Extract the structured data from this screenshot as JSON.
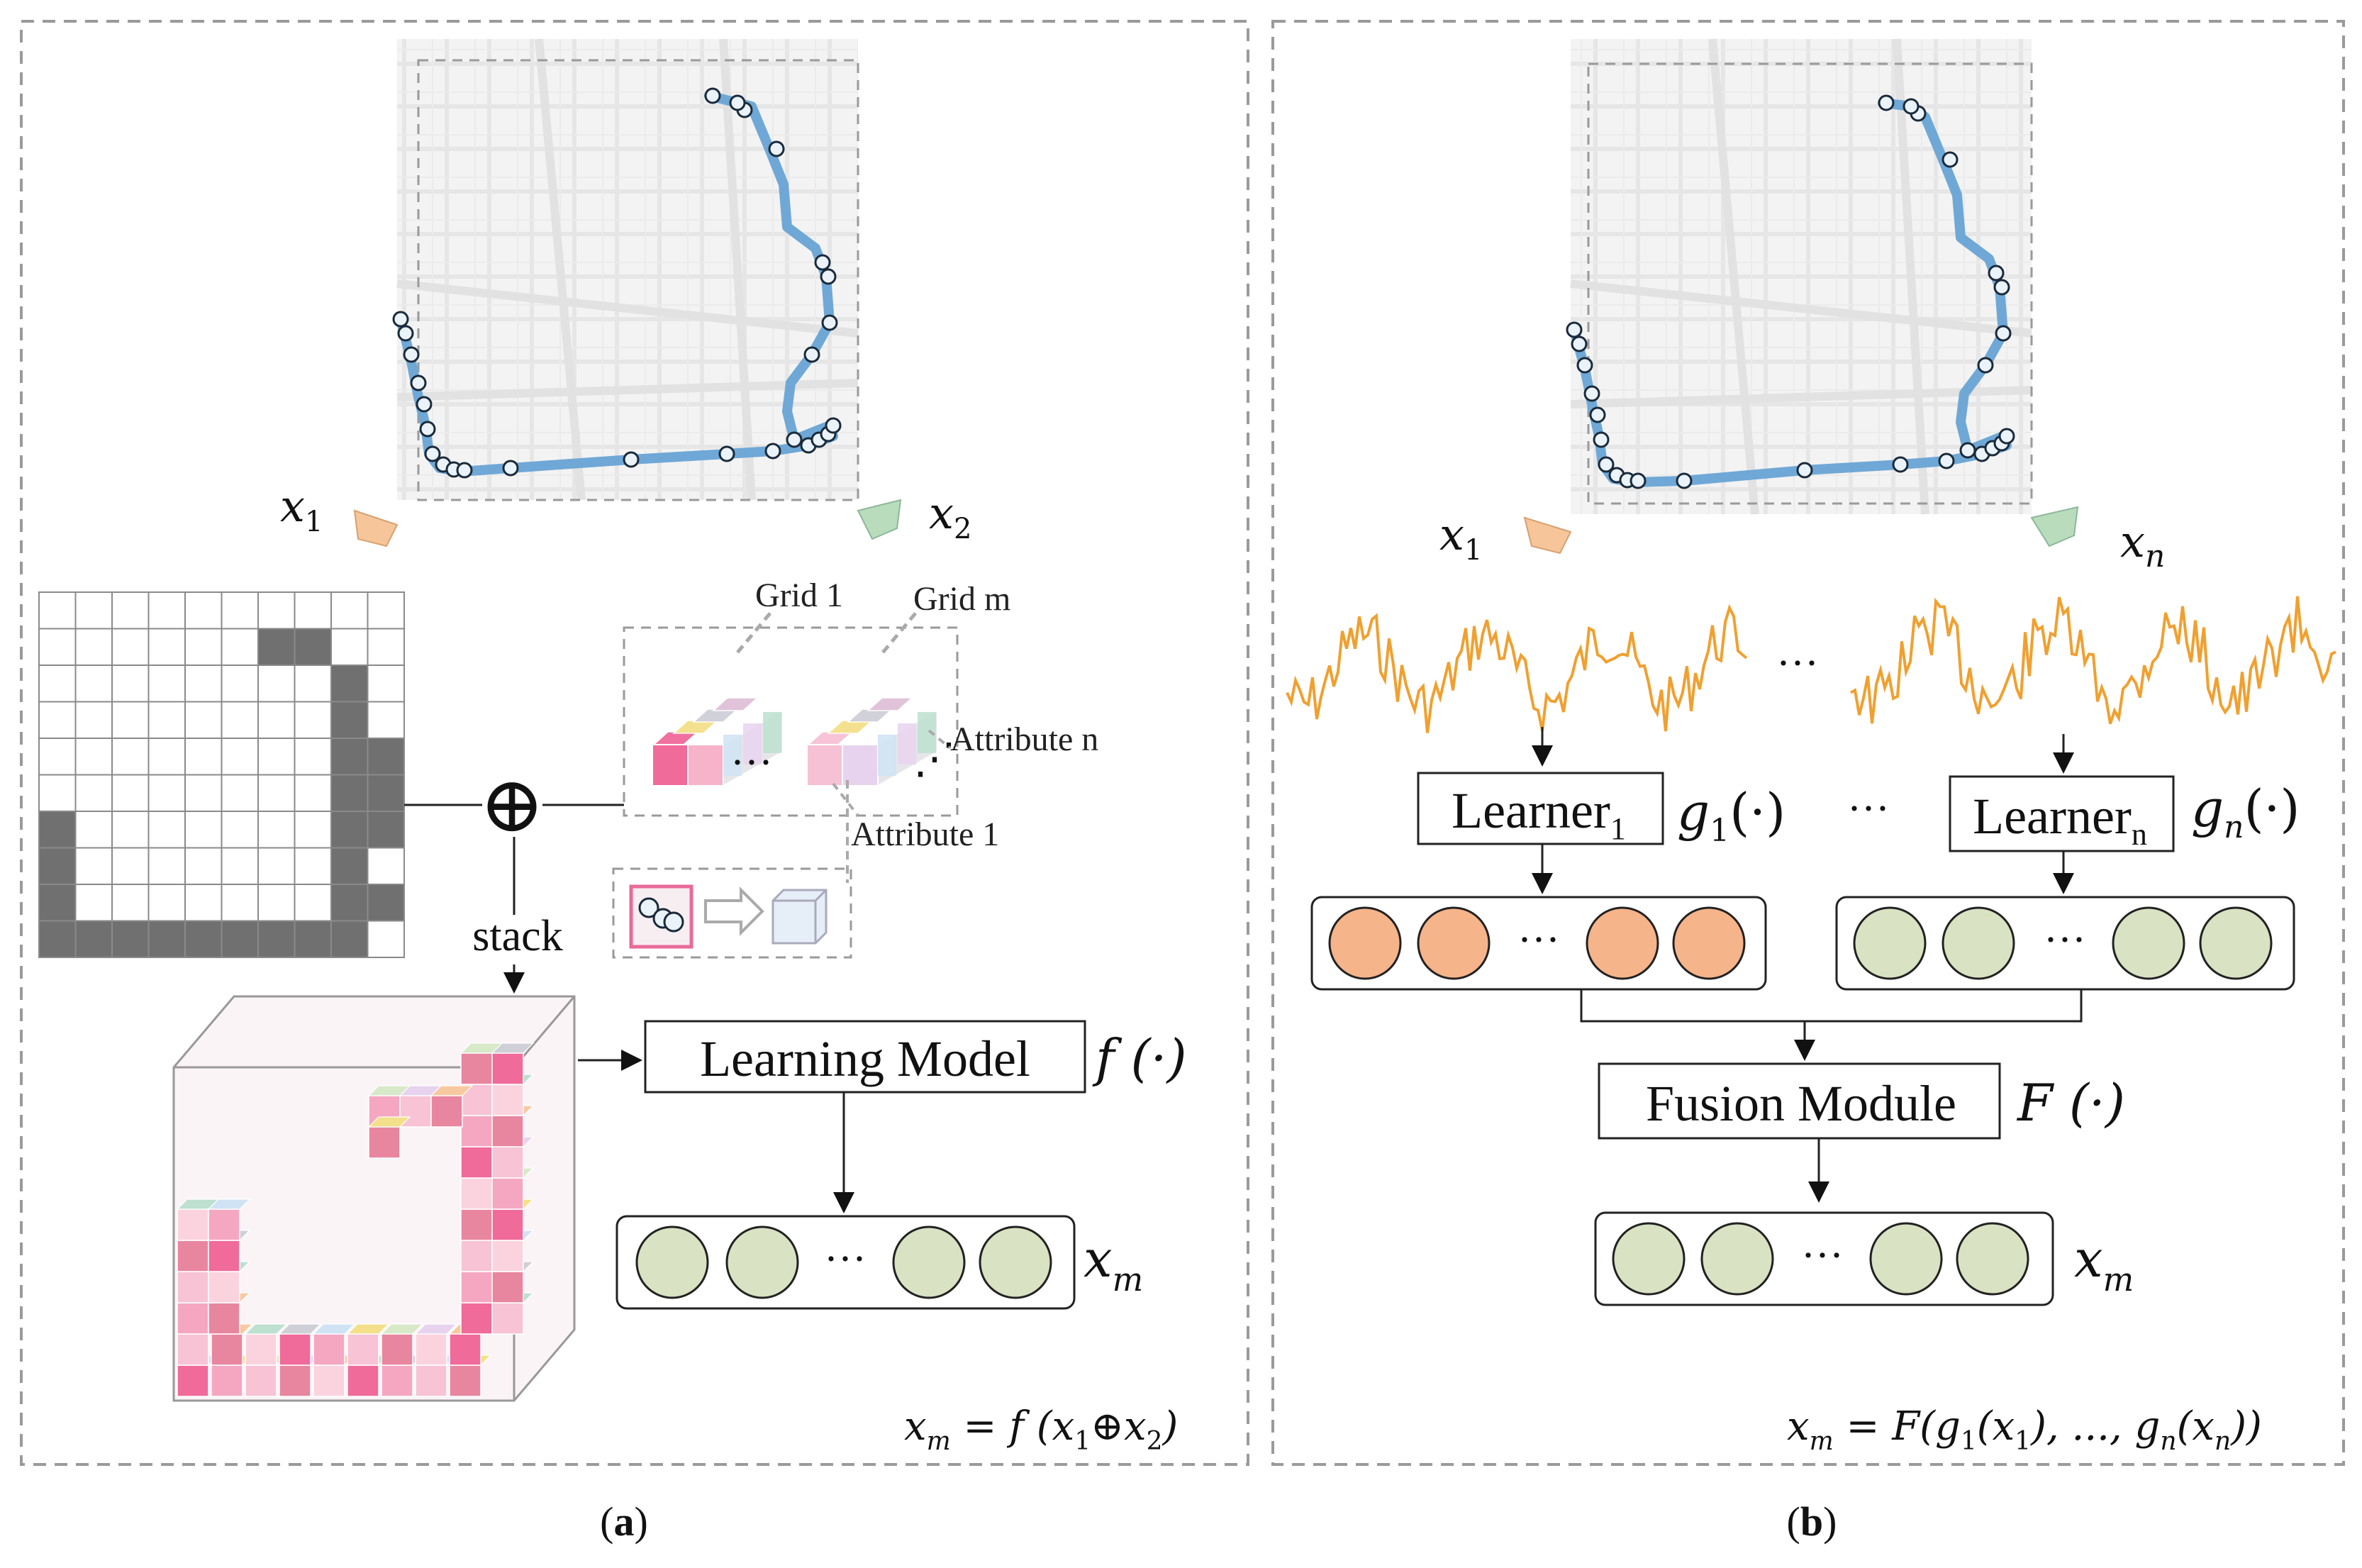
{
  "panel_a": {
    "caption": "(a)",
    "x1_label": "x",
    "x1_sub": "1",
    "x2_label": "x",
    "x2_sub": "2",
    "grid_1_label": "Grid 1",
    "grid_m_label": "Grid m",
    "attribute_n_label": "Attribute n",
    "attribute_1_label": "Attribute 1",
    "stack_label": "stack",
    "learning_model_label": "Learning Model",
    "func_label": "f (·)",
    "xm_label": "x",
    "xm_sub": "m",
    "formula": "x",
    "formula_sub": "m",
    "formula_rest": " = f (x",
    "formula_s1": "1",
    "formula_op": "⊕x",
    "formula_s2": "2",
    "formula_end": ")",
    "oplus": "⊕",
    "ellipsis": "···",
    "colors": {
      "node_green": "#d9e2c3",
      "trajectory_blue": "#6fa8d6",
      "grid_dark": "#707070"
    }
  },
  "panel_b": {
    "caption": "(b)",
    "x1_label": "x",
    "x1_sub": "1",
    "xn_label": "x",
    "xn_sub": "n",
    "learner1_label": "Learner",
    "learner1_sub": "1",
    "learnern_label": "Learner",
    "learnern_sub": "n",
    "g1_label": "g",
    "g1_sub": "1",
    "g1_rest": "(·)",
    "gn_label": "g",
    "gn_sub": "n",
    "gn_rest": "(·)",
    "fusion_label": "Fusion Module",
    "fusion_func": "F (·)",
    "xm_label": "x",
    "xm_sub": "m",
    "formula": "x",
    "formula_sub": "m",
    "formula_rest": " = F(g",
    "formula_a": "1",
    "formula_b": "(x",
    "formula_c": "1",
    "formula_d": "), ..., g",
    "formula_e": "n",
    "formula_f": "(x",
    "formula_g": "n",
    "formula_h": "))",
    "ellipsis": "···",
    "colors": {
      "node_orange": "#f6b48a",
      "node_green": "#d9e2c3",
      "signal_orange": "#f0a030"
    }
  }
}
